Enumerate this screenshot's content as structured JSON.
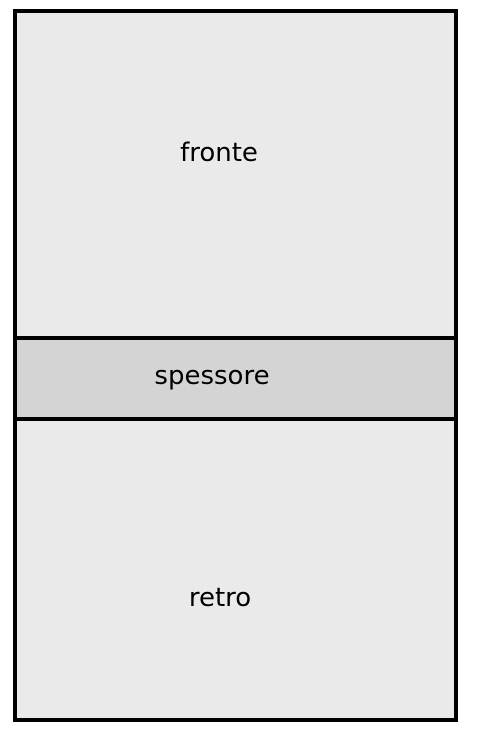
{
  "diagram": {
    "sections": [
      {
        "label": "fronte"
      },
      {
        "label": "spessore"
      },
      {
        "label": "retro"
      }
    ]
  }
}
